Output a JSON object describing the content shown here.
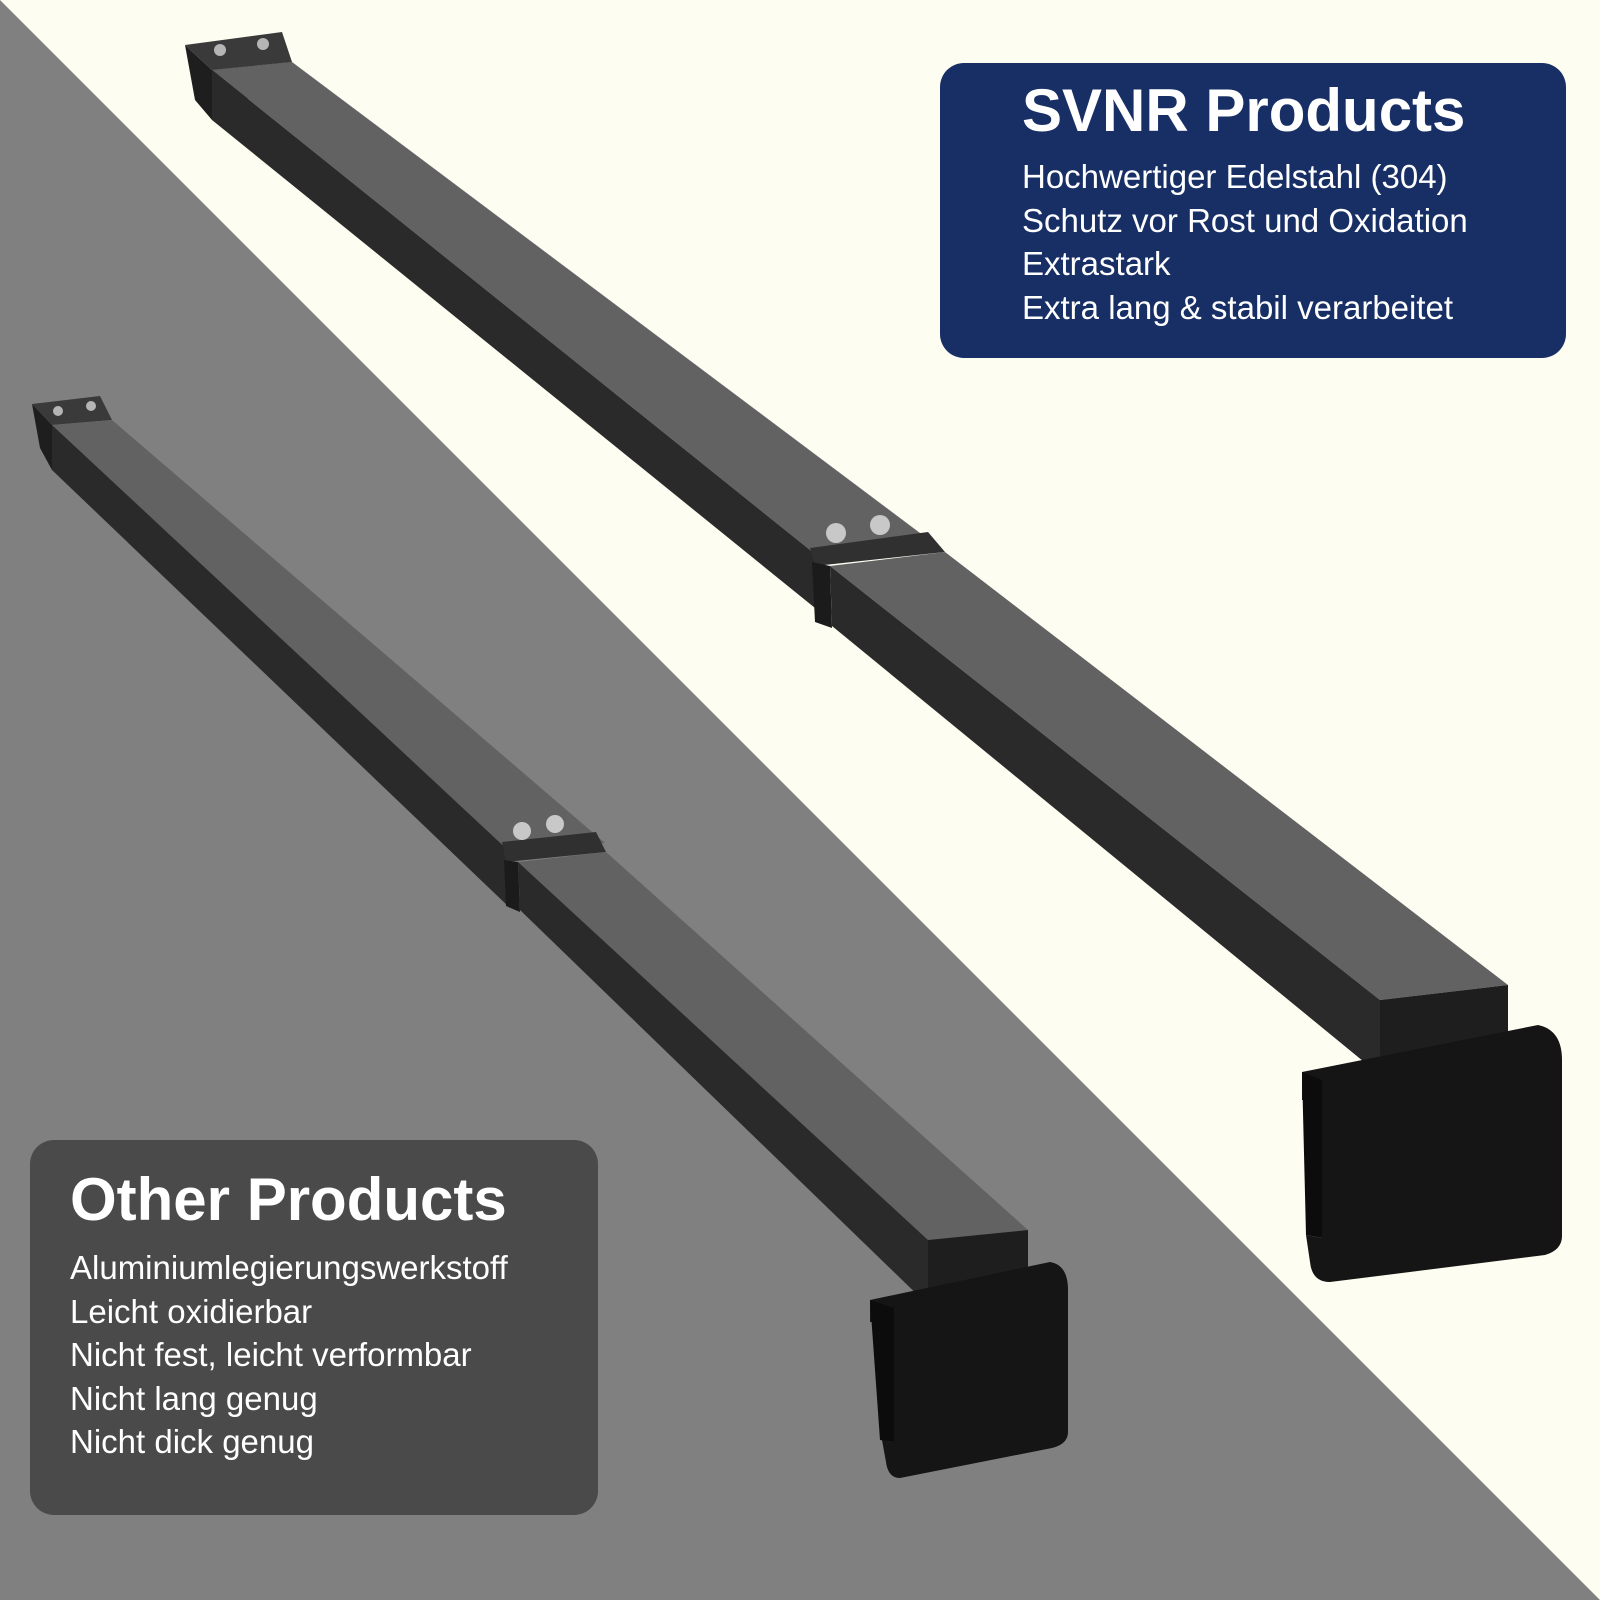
{
  "colors": {
    "background_light": "#fefdf2",
    "background_gray": "#808080",
    "svnr_panel": "#182f66",
    "other_panel": "#4a4a4a",
    "bar_top": "#626262",
    "bar_side": "#2a2a2a"
  },
  "svnr": {
    "title": "SVNR Products",
    "features": [
      "Hochwertiger Edelstahl (304)",
      "Schutz vor Rost und Oxidation",
      "Extrastark",
      "Extra lang & stabil verarbeitet"
    ]
  },
  "other": {
    "title": "Other Products",
    "features": [
      "Aluminiumlegierungswerkstoff",
      "Leicht oxidierbar",
      "Nicht fest, leicht verformbar",
      "Nicht lang genug",
      "Nicht dick genug"
    ]
  }
}
